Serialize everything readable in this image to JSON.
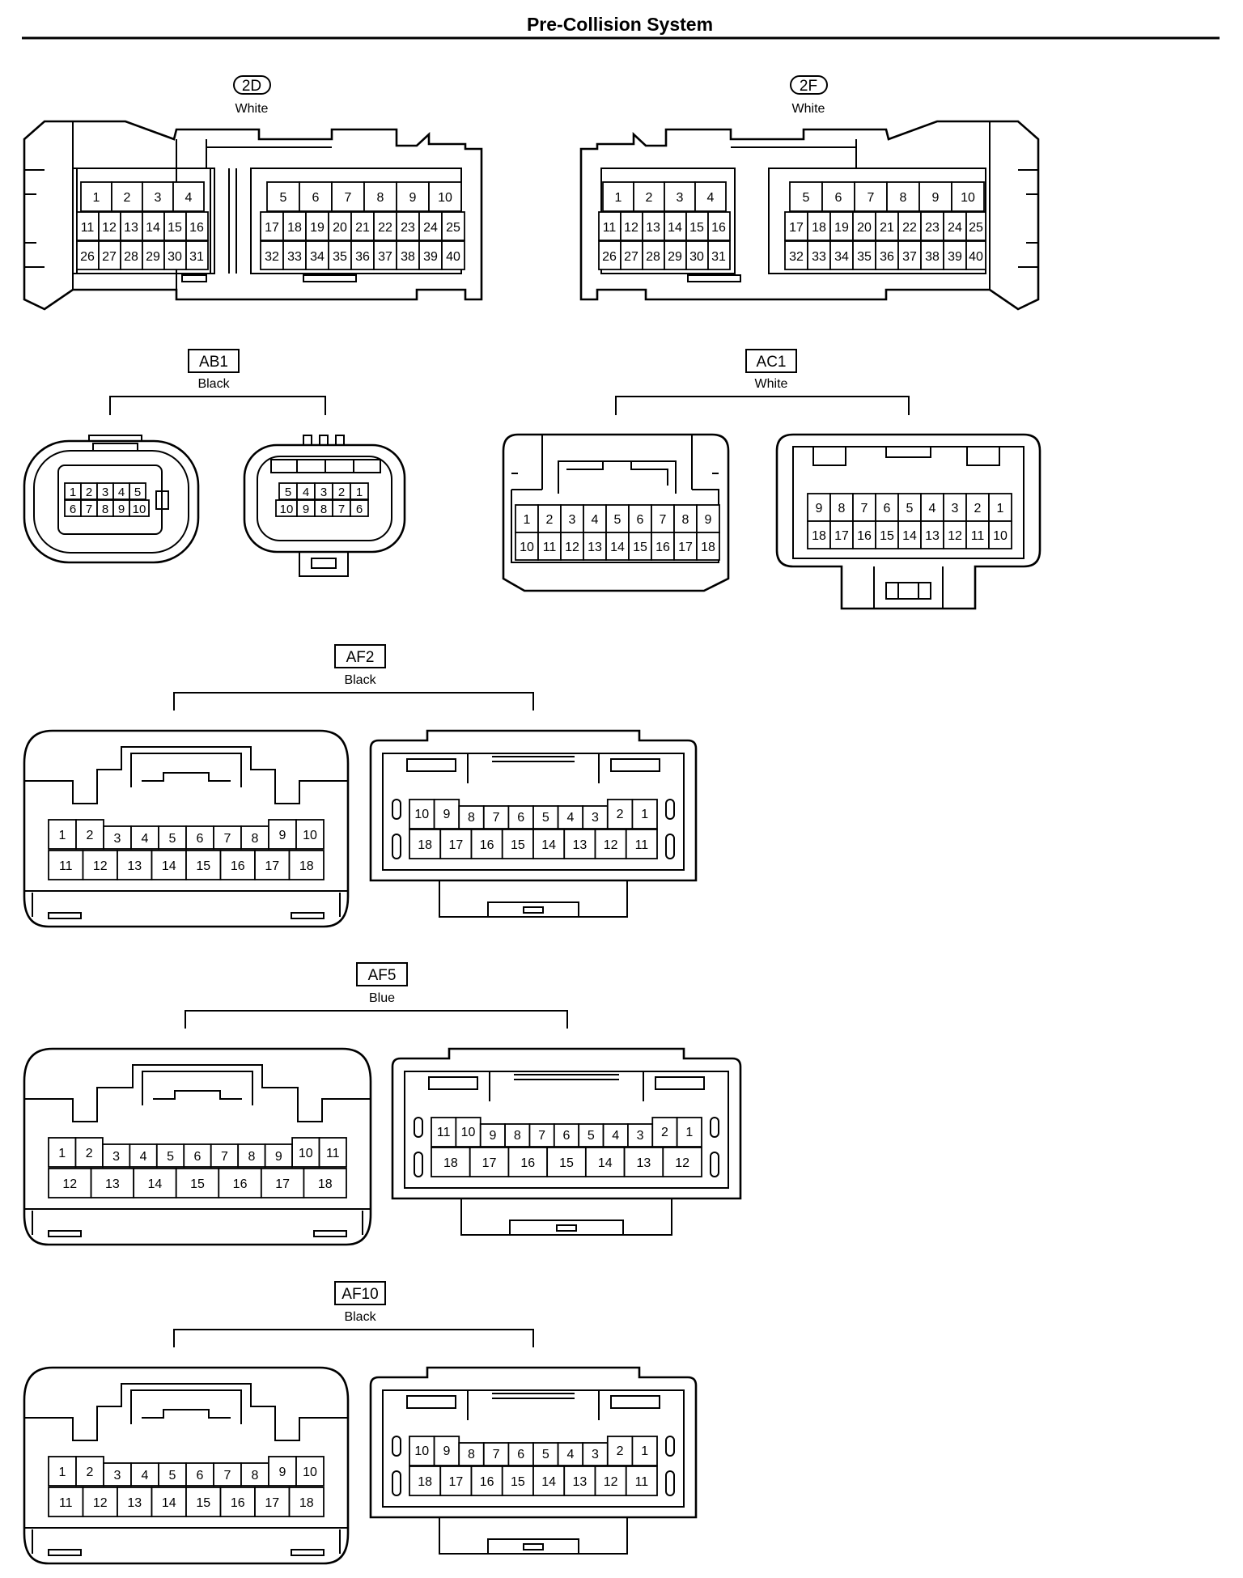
{
  "title": "Pre-Collision System",
  "connectors": {
    "c2D": {
      "code": "2D",
      "color": "White",
      "rows_left": [
        [
          "1",
          "2",
          "3",
          "4"
        ],
        [
          "11",
          "12",
          "13",
          "14",
          "15",
          "16"
        ],
        [
          "26",
          "27",
          "28",
          "29",
          "30",
          "31"
        ]
      ],
      "rows_right": [
        [
          "5",
          "6",
          "7",
          "8",
          "9",
          "10"
        ],
        [
          "17",
          "18",
          "19",
          "20",
          "21",
          "22",
          "23",
          "24",
          "25"
        ],
        [
          "32",
          "33",
          "34",
          "35",
          "36",
          "37",
          "38",
          "39",
          "40"
        ]
      ]
    },
    "c2F": {
      "code": "2F",
      "color": "White",
      "rows_left": [
        [
          "1",
          "2",
          "3",
          "4"
        ],
        [
          "11",
          "12",
          "13",
          "14",
          "15",
          "16"
        ],
        [
          "26",
          "27",
          "28",
          "29",
          "30",
          "31"
        ]
      ],
      "rows_right": [
        [
          "5",
          "6",
          "7",
          "8",
          "9",
          "10"
        ],
        [
          "17",
          "18",
          "19",
          "20",
          "21",
          "22",
          "23",
          "24",
          "25"
        ],
        [
          "32",
          "33",
          "34",
          "35",
          "36",
          "37",
          "38",
          "39",
          "40"
        ]
      ]
    },
    "AB1": {
      "code": "AB1",
      "color": "Black",
      "left": [
        [
          "1",
          "2",
          "3",
          "4",
          "5"
        ],
        [
          "6",
          "7",
          "8",
          "9",
          "10"
        ]
      ],
      "right": [
        [
          "5",
          "4",
          "3",
          "2",
          "1"
        ],
        [
          "10",
          "9",
          "8",
          "7",
          "6"
        ]
      ]
    },
    "AC1": {
      "code": "AC1",
      "color": "White",
      "left": [
        [
          "1",
          "2",
          "3",
          "4",
          "5",
          "6",
          "7",
          "8",
          "9"
        ],
        [
          "10",
          "11",
          "12",
          "13",
          "14",
          "15",
          "16",
          "17",
          "18"
        ]
      ],
      "right": [
        [
          "9",
          "8",
          "7",
          "6",
          "5",
          "4",
          "3",
          "2",
          "1"
        ],
        [
          "18",
          "17",
          "16",
          "15",
          "14",
          "13",
          "12",
          "11",
          "10"
        ]
      ]
    },
    "AF2": {
      "code": "AF2",
      "color": "Black",
      "left": [
        [
          "1",
          "2",
          "3",
          "4",
          "5",
          "6",
          "7",
          "8",
          "9",
          "10"
        ],
        [
          "11",
          "12",
          "13",
          "14",
          "15",
          "16",
          "17",
          "18"
        ]
      ],
      "right": [
        [
          "10",
          "9",
          "8",
          "7",
          "6",
          "5",
          "4",
          "3",
          "2",
          "1"
        ],
        [
          "18",
          "17",
          "16",
          "15",
          "14",
          "13",
          "12",
          "11"
        ]
      ]
    },
    "AF5": {
      "code": "AF5",
      "color": "Blue",
      "left": [
        [
          "1",
          "2",
          "3",
          "4",
          "5",
          "6",
          "7",
          "8",
          "9",
          "10",
          "11"
        ],
        [
          "12",
          "13",
          "14",
          "15",
          "16",
          "17",
          "18"
        ]
      ],
      "right": [
        [
          "11",
          "10",
          "9",
          "8",
          "7",
          "6",
          "5",
          "4",
          "3",
          "2",
          "1"
        ],
        [
          "18",
          "17",
          "16",
          "15",
          "14",
          "13",
          "12"
        ]
      ]
    },
    "AF10": {
      "code": "AF10",
      "color": "Black",
      "left": [
        [
          "1",
          "2",
          "3",
          "4",
          "5",
          "6",
          "7",
          "8",
          "9",
          "10"
        ],
        [
          "11",
          "12",
          "13",
          "14",
          "15",
          "16",
          "17",
          "18"
        ]
      ],
      "right": [
        [
          "10",
          "9",
          "8",
          "7",
          "6",
          "5",
          "4",
          "3",
          "2",
          "1"
        ],
        [
          "18",
          "17",
          "16",
          "15",
          "14",
          "13",
          "12",
          "11"
        ]
      ]
    }
  }
}
